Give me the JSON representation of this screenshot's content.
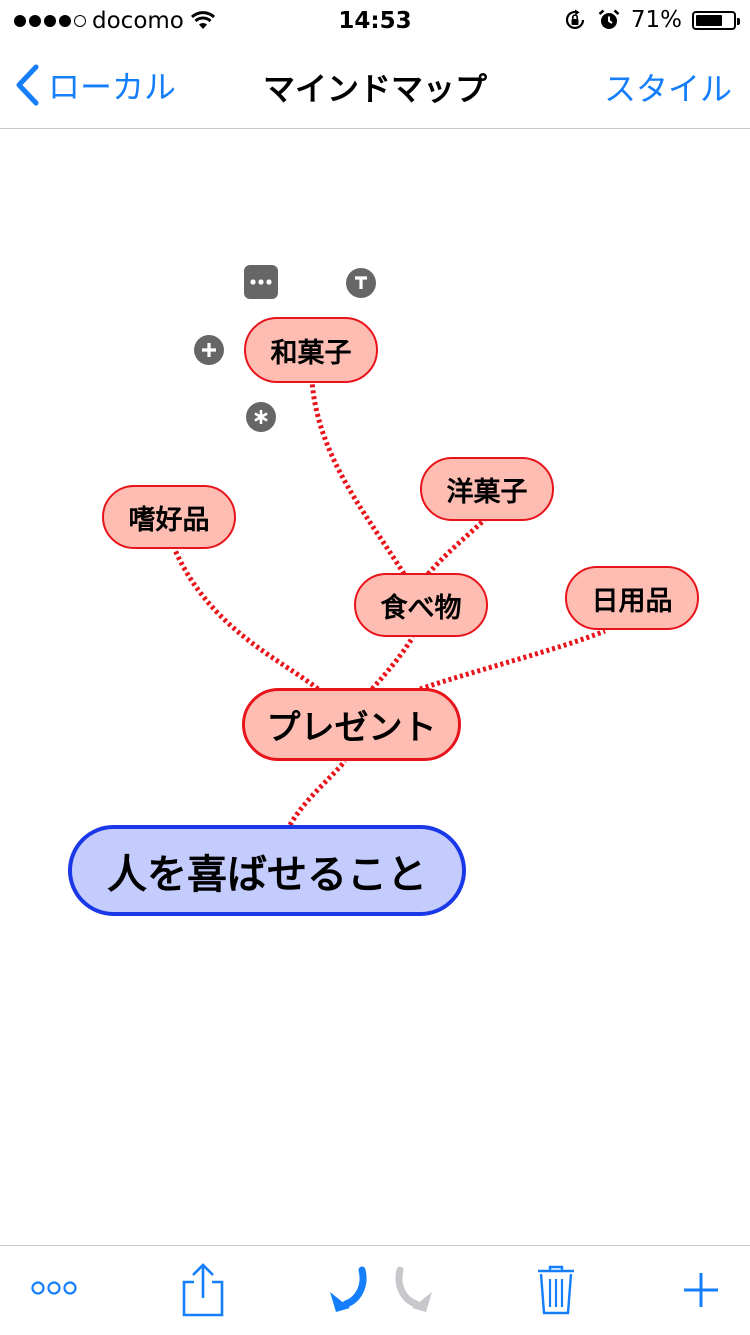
{
  "status": {
    "carrier": "docomo",
    "time": "14:53",
    "battery": "71%",
    "battery_level": 0.71,
    "icons": [
      "signal-dots-icon",
      "wifi-icon",
      "rotation-lock-icon",
      "alarm-icon",
      "battery-icon"
    ]
  },
  "nav": {
    "back_label": "ローカル",
    "title": "マインドマップ",
    "right_label": "スタイル"
  },
  "mindmap": {
    "root": "人を喜ばせること",
    "center": "プレゼント",
    "n_shikohin": "嗜好品",
    "n_tabemono": "食べ物",
    "n_nichiyohin": "日用品",
    "n_wagashi": "和菓子",
    "n_yogashi": "洋菓子"
  },
  "colors": {
    "accent": "#147EFB",
    "node_fill": "#FDBDB3",
    "node_border": "#E8141B",
    "root_fill": "#C3CCFD",
    "root_border": "#1A37E8",
    "link": "#E8141B",
    "control_gray": "#666666"
  },
  "toolbar": {
    "icons": [
      "more-icon",
      "share-icon",
      "undo-icon",
      "redo-icon",
      "trash-icon",
      "add-icon"
    ]
  }
}
